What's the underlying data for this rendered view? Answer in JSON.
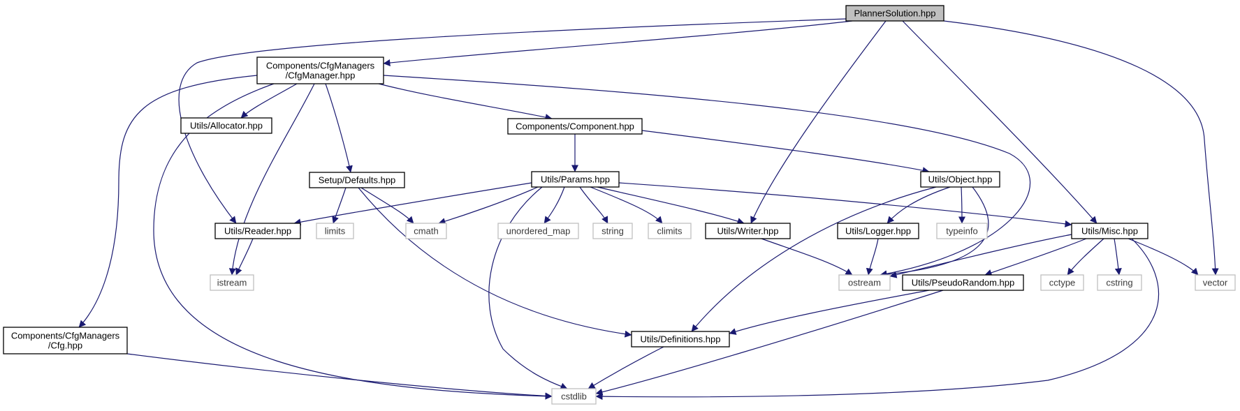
{
  "diagram": {
    "colors": {
      "edge": "#191970",
      "node_border": "#000000",
      "external_border": "#bfbfbf",
      "root_fill": "#bfbfbf",
      "node_fill": "#ffffff"
    },
    "nodes": [
      {
        "id": "planner",
        "lines": [
          "PlannerSolution.hpp"
        ],
        "kind": "root"
      },
      {
        "id": "cfgmanager",
        "lines": [
          "Components/CfgManagers",
          "/CfgManager.hpp"
        ],
        "kind": "file"
      },
      {
        "id": "allocator",
        "lines": [
          "Utils/Allocator.hpp"
        ],
        "kind": "file"
      },
      {
        "id": "component",
        "lines": [
          "Components/Component.hpp"
        ],
        "kind": "file"
      },
      {
        "id": "defaults",
        "lines": [
          "Setup/Defaults.hpp"
        ],
        "kind": "file"
      },
      {
        "id": "params",
        "lines": [
          "Utils/Params.hpp"
        ],
        "kind": "file"
      },
      {
        "id": "object",
        "lines": [
          "Utils/Object.hpp"
        ],
        "kind": "file"
      },
      {
        "id": "reader",
        "lines": [
          "Utils/Reader.hpp"
        ],
        "kind": "file"
      },
      {
        "id": "limits",
        "lines": [
          "limits"
        ],
        "kind": "external"
      },
      {
        "id": "cmath",
        "lines": [
          "cmath"
        ],
        "kind": "external"
      },
      {
        "id": "unordered_map",
        "lines": [
          "unordered_map"
        ],
        "kind": "external"
      },
      {
        "id": "string",
        "lines": [
          "string"
        ],
        "kind": "external"
      },
      {
        "id": "climits",
        "lines": [
          "climits"
        ],
        "kind": "external"
      },
      {
        "id": "writer",
        "lines": [
          "Utils/Writer.hpp"
        ],
        "kind": "file"
      },
      {
        "id": "logger",
        "lines": [
          "Utils/Logger.hpp"
        ],
        "kind": "file"
      },
      {
        "id": "typeinfo",
        "lines": [
          "typeinfo"
        ],
        "kind": "external"
      },
      {
        "id": "misc",
        "lines": [
          "Utils/Misc.hpp"
        ],
        "kind": "file"
      },
      {
        "id": "istream",
        "lines": [
          "istream"
        ],
        "kind": "external"
      },
      {
        "id": "ostream",
        "lines": [
          "ostream"
        ],
        "kind": "external"
      },
      {
        "id": "pseudorandom",
        "lines": [
          "Utils/PseudoRandom.hpp"
        ],
        "kind": "file"
      },
      {
        "id": "cctype",
        "lines": [
          "cctype"
        ],
        "kind": "external"
      },
      {
        "id": "cstring",
        "lines": [
          "cstring"
        ],
        "kind": "external"
      },
      {
        "id": "vector",
        "lines": [
          "vector"
        ],
        "kind": "external"
      },
      {
        "id": "cfg",
        "lines": [
          "Components/CfgManagers",
          "/Cfg.hpp"
        ],
        "kind": "file"
      },
      {
        "id": "definitions",
        "lines": [
          "Utils/Definitions.hpp"
        ],
        "kind": "file"
      },
      {
        "id": "cstdlib",
        "lines": [
          "cstdlib"
        ],
        "kind": "external"
      }
    ],
    "edges": [
      [
        "planner",
        "cfgmanager"
      ],
      [
        "planner",
        "reader"
      ],
      [
        "planner",
        "writer"
      ],
      [
        "planner",
        "misc"
      ],
      [
        "planner",
        "vector"
      ],
      [
        "cfgmanager",
        "cfg"
      ],
      [
        "cfgmanager",
        "allocator"
      ],
      [
        "cfgmanager",
        "istream"
      ],
      [
        "cfgmanager",
        "defaults"
      ],
      [
        "cfgmanager",
        "component"
      ],
      [
        "cfgmanager",
        "ostream"
      ],
      [
        "cfgmanager",
        "cstdlib"
      ],
      [
        "component",
        "params"
      ],
      [
        "component",
        "object"
      ],
      [
        "defaults",
        "limits"
      ],
      [
        "defaults",
        "cmath"
      ],
      [
        "defaults",
        "definitions"
      ],
      [
        "params",
        "reader"
      ],
      [
        "params",
        "cmath"
      ],
      [
        "params",
        "unordered_map"
      ],
      [
        "params",
        "string"
      ],
      [
        "params",
        "climits"
      ],
      [
        "params",
        "writer"
      ],
      [
        "params",
        "misc"
      ],
      [
        "params",
        "cstdlib"
      ],
      [
        "object",
        "logger"
      ],
      [
        "object",
        "typeinfo"
      ],
      [
        "object",
        "ostream"
      ],
      [
        "object",
        "definitions"
      ],
      [
        "reader",
        "istream"
      ],
      [
        "writer",
        "ostream"
      ],
      [
        "logger",
        "ostream"
      ],
      [
        "misc",
        "ostream"
      ],
      [
        "misc",
        "pseudorandom"
      ],
      [
        "misc",
        "cctype"
      ],
      [
        "misc",
        "cstring"
      ],
      [
        "misc",
        "vector"
      ],
      [
        "misc",
        "cstdlib"
      ],
      [
        "pseudorandom",
        "definitions"
      ],
      [
        "pseudorandom",
        "cstdlib"
      ],
      [
        "cfg",
        "cstdlib"
      ],
      [
        "definitions",
        "cstdlib"
      ]
    ]
  }
}
